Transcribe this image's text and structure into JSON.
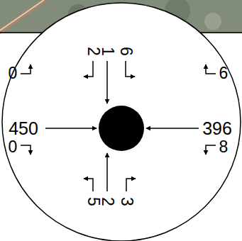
{
  "diagram": {
    "labels": [
      "2",
      "1",
      "6",
      "0",
      "450",
      "0",
      "6",
      "396",
      "8",
      "5",
      "2",
      "3"
    ]
  }
}
